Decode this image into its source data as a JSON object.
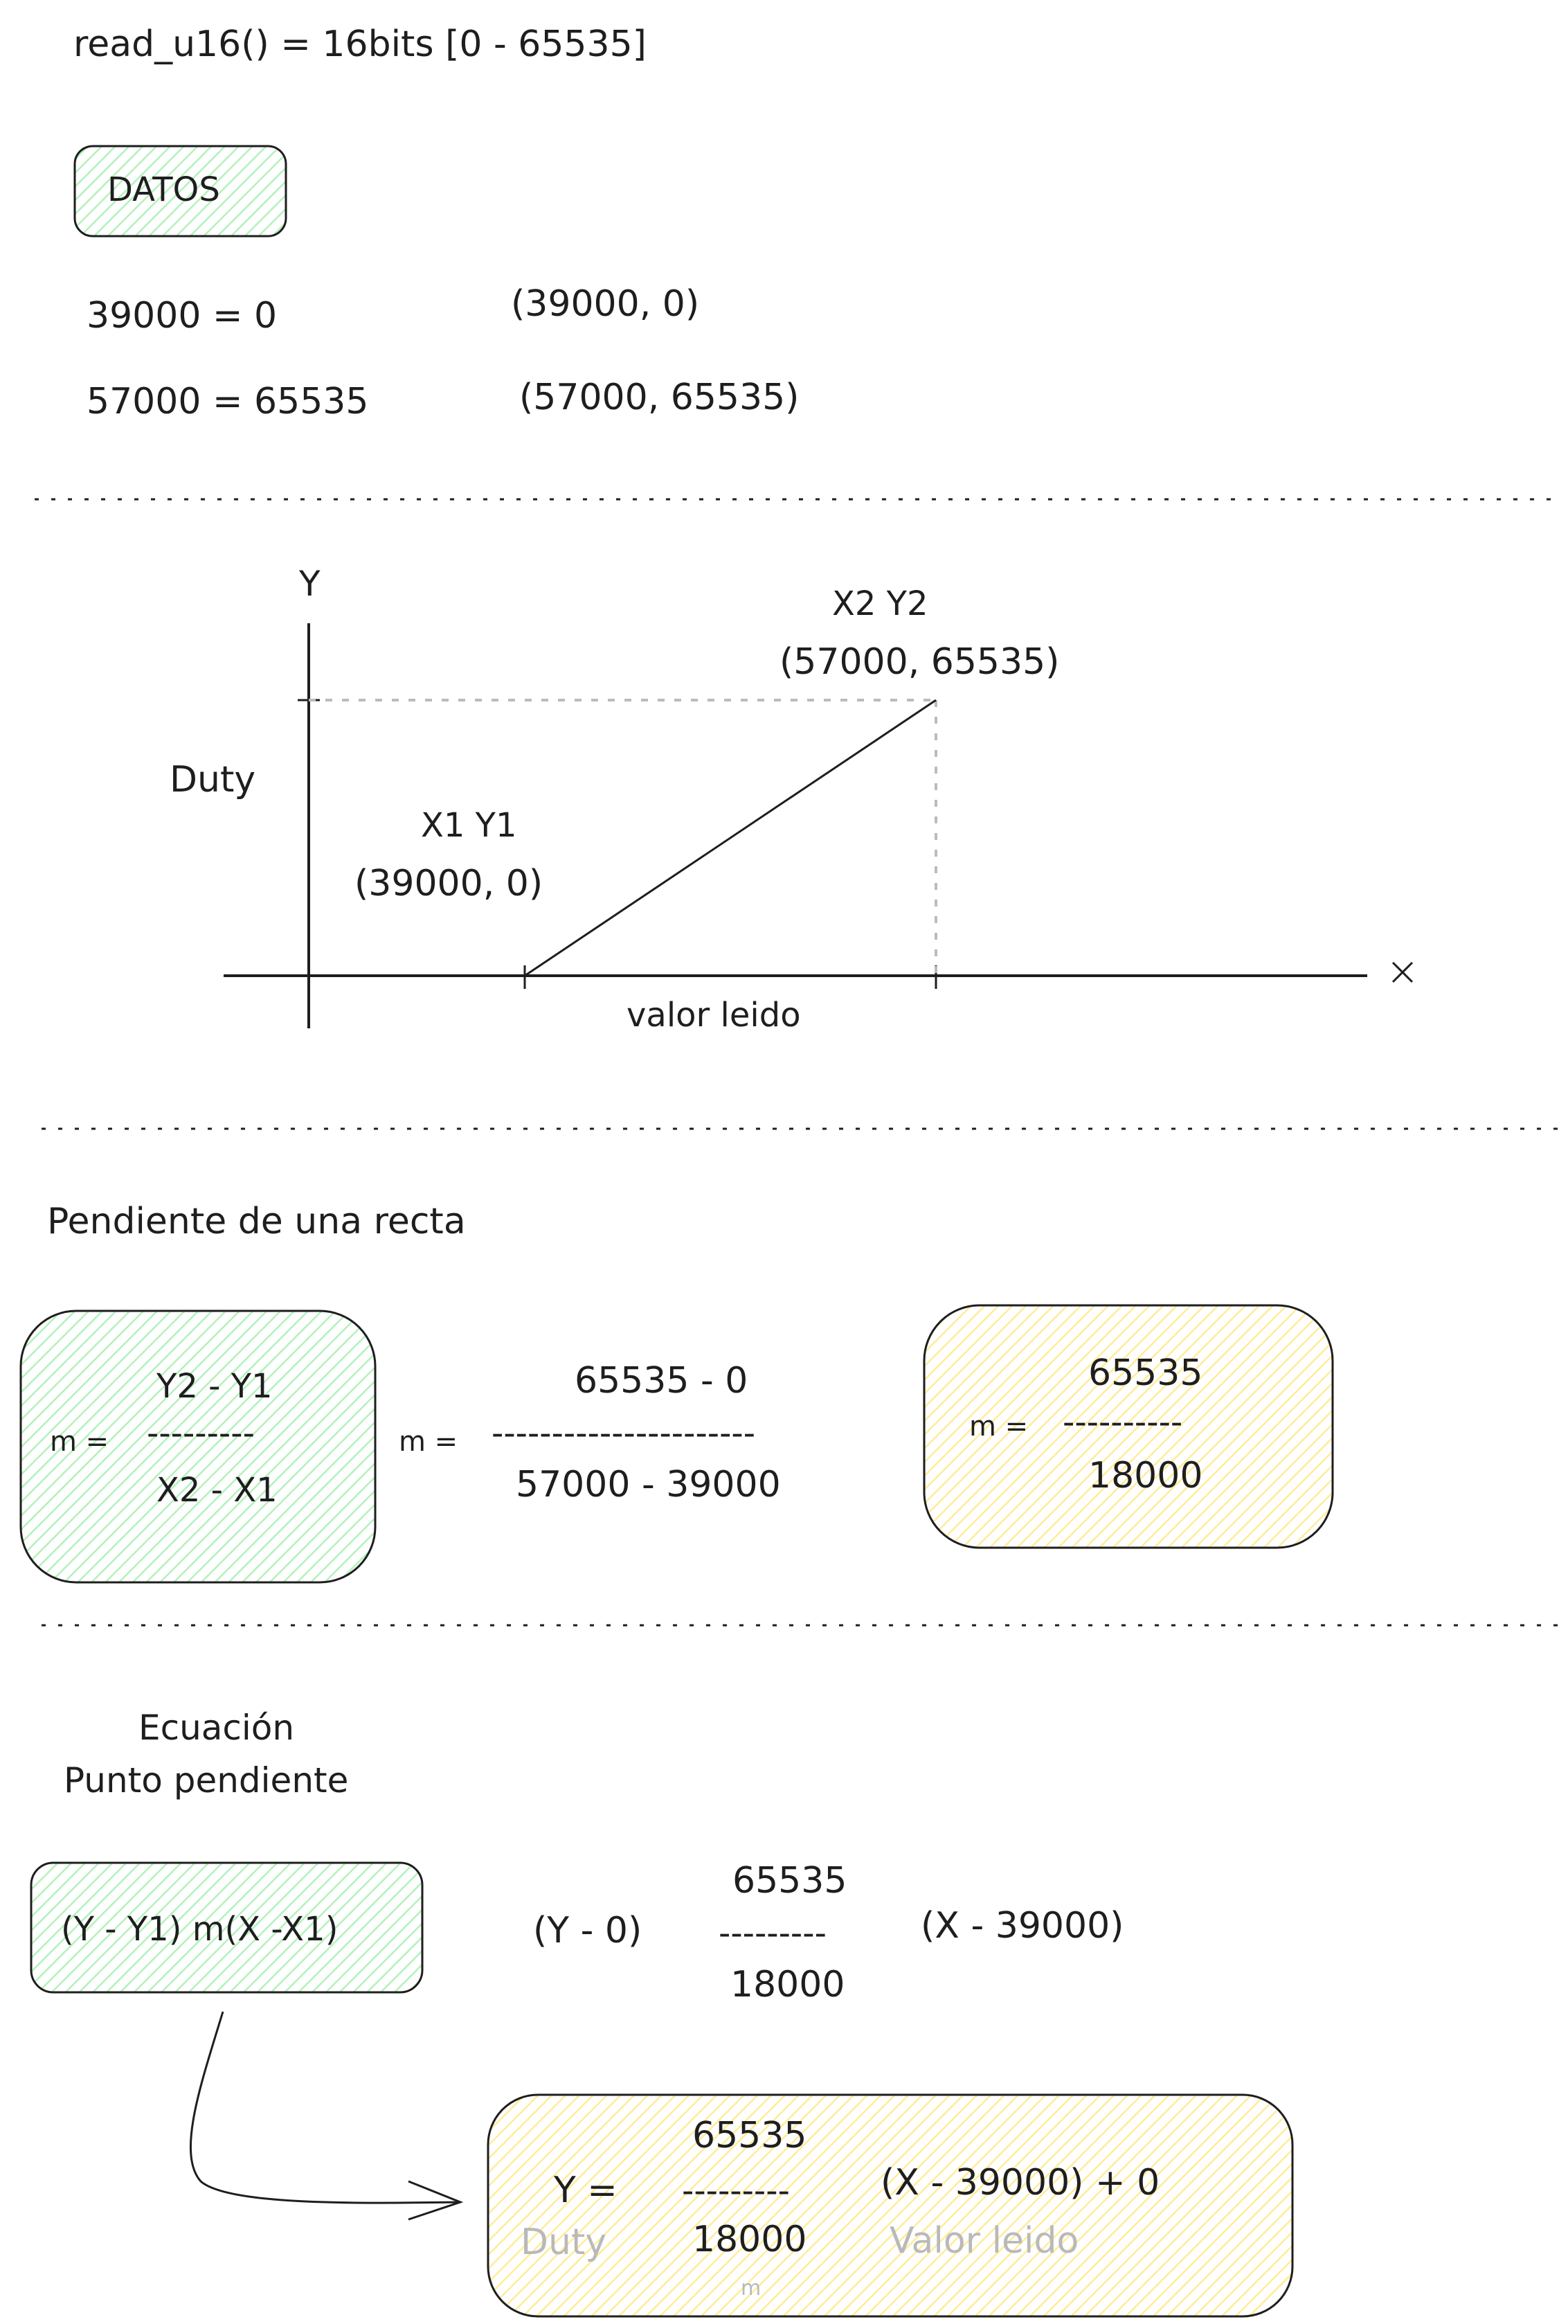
{
  "header": {
    "text": "read_u16() = 16bits [0 - 65535]"
  },
  "datos": {
    "label": "DATOS",
    "row1": {
      "eq": "39000 = 0",
      "point": "(39000, 0)"
    },
    "row2": {
      "eq": "57000 = 65535",
      "point": "(57000, 65535)"
    }
  },
  "graph": {
    "y_axis_label": "Y",
    "x_axis_label": "x",
    "ylabel": "Duty",
    "xlabel": "valor leido",
    "p1": {
      "names": "X1      Y1",
      "coords": "(39000, 0)"
    },
    "p2": {
      "names": "X2        Y2",
      "coords": "(57000, 65535)"
    }
  },
  "chart_data": {
    "type": "line",
    "xlabel": "valor leido",
    "ylabel": "Duty",
    "series": [
      {
        "x": [
          39000,
          57000
        ],
        "y": [
          0,
          65535
        ]
      }
    ],
    "grid": false
  },
  "slope": {
    "title": "Pendiente de una recta",
    "formula": {
      "lhs": "m =",
      "num": "Y2 - Y1",
      "bar": "---------",
      "den": "X2 - X1"
    },
    "substitution": {
      "lhs": "m =",
      "num": "65535 - 0",
      "bar": "----------------------",
      "den": "57000 - 39000"
    },
    "result": {
      "lhs": "m =",
      "num": "65535",
      "bar": "----------",
      "den": "18000"
    }
  },
  "equation": {
    "title_line1": "Ecuación",
    "title_line2": "Punto pendiente",
    "formula": "(Y - Y1) m(X -X1)",
    "substitution": {
      "left": "(Y - 0)",
      "num": "65535",
      "bar": "---------",
      "den": "18000",
      "right": "(X - 39000)"
    },
    "final": {
      "lhs": "Y =",
      "num": "65535",
      "bar": "---------",
      "den": "18000",
      "rhs": "(X - 39000)  + 0",
      "ann_y": "Duty",
      "ann_x": "Valor leido",
      "ann_m": "m"
    }
  },
  "colors": {
    "green_fill": "#b2f2bb",
    "yellow_fill": "#ffec99",
    "stroke": "#1e1e1e",
    "dashed": "#bbbbbb"
  }
}
